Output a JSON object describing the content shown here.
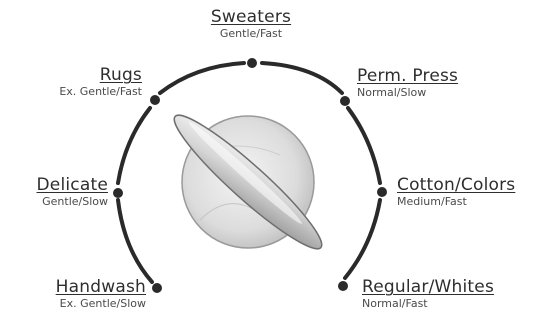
{
  "dial": {
    "knob_color": "#bdbdbd",
    "arc_color": "#2a2a2a",
    "dot_color": "#2a2a2a",
    "settings": [
      {
        "name": "Sweaters",
        "mode": "Gentle/Fast"
      },
      {
        "name": "Perm. Press",
        "mode": "Normal/Slow"
      },
      {
        "name": "Cotton/Colors",
        "mode": "Medium/Fast"
      },
      {
        "name": "Regular/Whites",
        "mode": "Normal/Fast"
      },
      {
        "name": "Handwash",
        "mode": "Ex. Gentle/Slow"
      },
      {
        "name": "Delicate",
        "mode": "Gentle/Slow"
      },
      {
        "name": "Rugs",
        "mode": "Ex. Gentle/Fast"
      }
    ]
  }
}
